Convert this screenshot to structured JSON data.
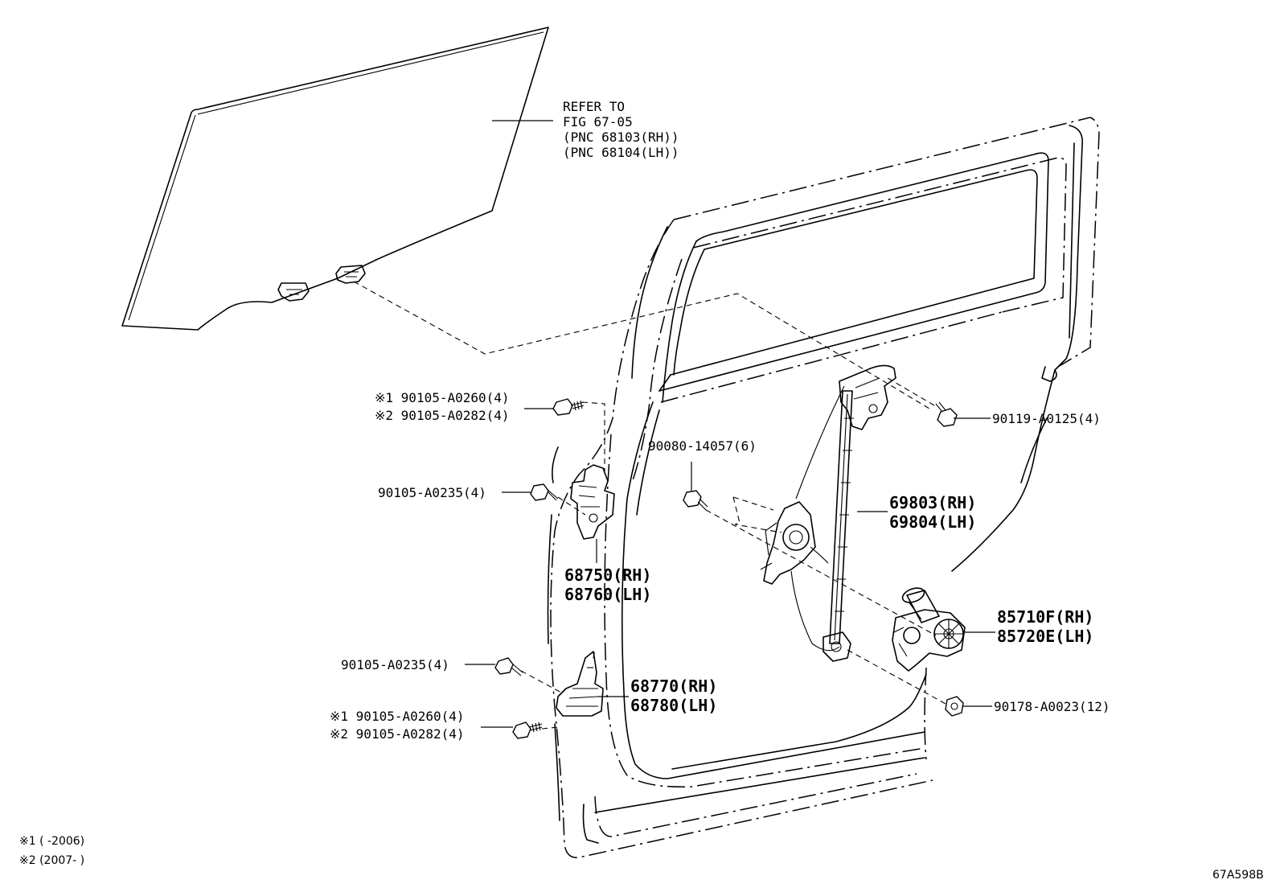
{
  "figure_id": "67A598B",
  "glass_note": {
    "line1": "REFER TO",
    "line2": "FIG 67-05",
    "line3": "(PNC 68103(RH))",
    "line4": "(PNC 68104(LH))"
  },
  "callouts": {
    "upper_hinge_bolt_1": "※1 90105-A0260(4)",
    "upper_hinge_bolt_2": "※2 90105-A0282(4)",
    "upper_hinge_bolt_3": "90105-A0235(4)",
    "upper_hinge": {
      "rh": "68750(RH)",
      "lh": "68760(LH)"
    },
    "regulator_bolt": "90080-14057(6)",
    "regulator_bolt_top": "90119-A0125(4)",
    "regulator": {
      "rh": "69803(RH)",
      "lh": "69804(LH)"
    },
    "motor": {
      "rh": "85710F(RH)",
      "lh": "85720E(LH)"
    },
    "lower_hinge_bolt_1": "90105-A0235(4)",
    "lower_hinge": {
      "rh": "68770(RH)",
      "lh": "68780(LH)"
    },
    "lower_hinge_bolt_2": "※1 90105-A0260(4)",
    "lower_hinge_bolt_3": "※2 90105-A0282(4)",
    "nut": "90178-A0023(12)"
  },
  "legend": {
    "note1": "※1 (      -2006)",
    "note2": "※2 (2007-      )"
  },
  "icons": [
    "door-glass",
    "door-shell",
    "window-regulator",
    "regulator-motor",
    "upper-hinge",
    "lower-hinge",
    "bolt-icon",
    "nut-icon"
  ]
}
